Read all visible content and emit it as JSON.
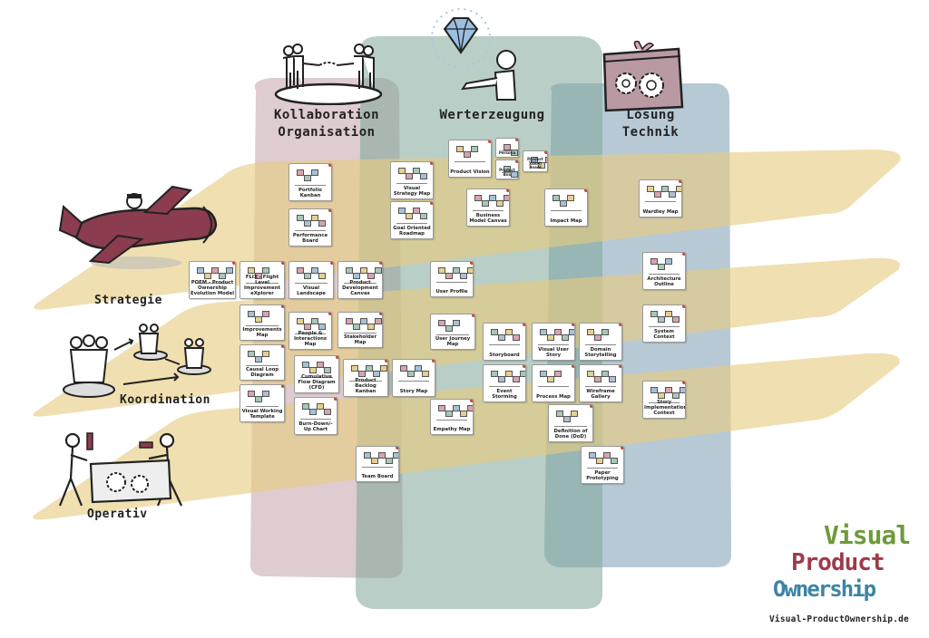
{
  "columns": [
    {
      "id": "kollaboration",
      "label": "Kollaboration Organisation",
      "line1": "Kollaboration",
      "line2": "Organisation",
      "color": "#b58f97"
    },
    {
      "id": "werterzeugung",
      "label": "Werterzeugung",
      "color": "#7fa597"
    },
    {
      "id": "loesung",
      "label": "Lösung Technik",
      "line1": "Lösung",
      "line2": "Technik",
      "color": "#7c9db2"
    }
  ],
  "rows": [
    {
      "id": "strategie",
      "label": "Strategie",
      "color": "#e7cb7f"
    },
    {
      "id": "koordination",
      "label": "Koordination",
      "color": "#e7cb7f"
    },
    {
      "id": "operativ",
      "label": "Operativ",
      "color": "#e7cb7f"
    }
  ],
  "cards": [
    {
      "label": "Portfolio Kanban"
    },
    {
      "label": "Performance Board"
    },
    {
      "label": "POEM - Product Ownership Evolution Model"
    },
    {
      "label": "FLIX - Flight Level Improvement eXplorer"
    },
    {
      "label": "Visual Landscape"
    },
    {
      "label": "Product Development Canvas"
    },
    {
      "label": "Improvements Map"
    },
    {
      "label": "People & Interactions Map"
    },
    {
      "label": "Stakeholder Map"
    },
    {
      "label": "Causal Loop Diagram"
    },
    {
      "label": "Cumulative Flow Diagram (CFD)"
    },
    {
      "label": "Product Backlog Kanban"
    },
    {
      "label": "Visual Working Template"
    },
    {
      "label": "Burn-Down/-Up Chart"
    },
    {
      "label": "Team Board"
    },
    {
      "label": "Product Vision"
    },
    {
      "label": "Persona"
    },
    {
      "label": "Product Box"
    },
    {
      "label": "Product Vision Board"
    },
    {
      "label": "Visual Strategy Map"
    },
    {
      "label": "Business Model Canvas"
    },
    {
      "label": "Impact Map"
    },
    {
      "label": "Goal Oriented Roadmap"
    },
    {
      "label": "User Profile"
    },
    {
      "label": "User Journey Map"
    },
    {
      "label": "Storyboard"
    },
    {
      "label": "Visual User Story"
    },
    {
      "label": "Domain Storytelling"
    },
    {
      "label": "Story Map"
    },
    {
      "label": "Event Storming"
    },
    {
      "label": "Process Map"
    },
    {
      "label": "Wireframe Gallery"
    },
    {
      "label": "Empathy Map"
    },
    {
      "label": "Definition of Done (DoD)"
    },
    {
      "label": "Paper Prototyping"
    },
    {
      "label": "Wardley Map"
    },
    {
      "label": "Architecture Outline"
    },
    {
      "label": "System Context"
    },
    {
      "label": "Story Implementation Context"
    }
  ],
  "logo": {
    "line1": "Visual",
    "line2": "Product",
    "line3": "Ownership",
    "url": "Visual-ProductOwnership.de",
    "colors": {
      "green": "#6e9a3a",
      "red": "#9e3a4b",
      "blue": "#3c84a5"
    }
  },
  "icons": [
    "handshake-people-icon",
    "diamond-icon",
    "gift-box-gears-icon",
    "airplane-icon",
    "people-arrows-icon",
    "workers-gears-icon"
  ]
}
